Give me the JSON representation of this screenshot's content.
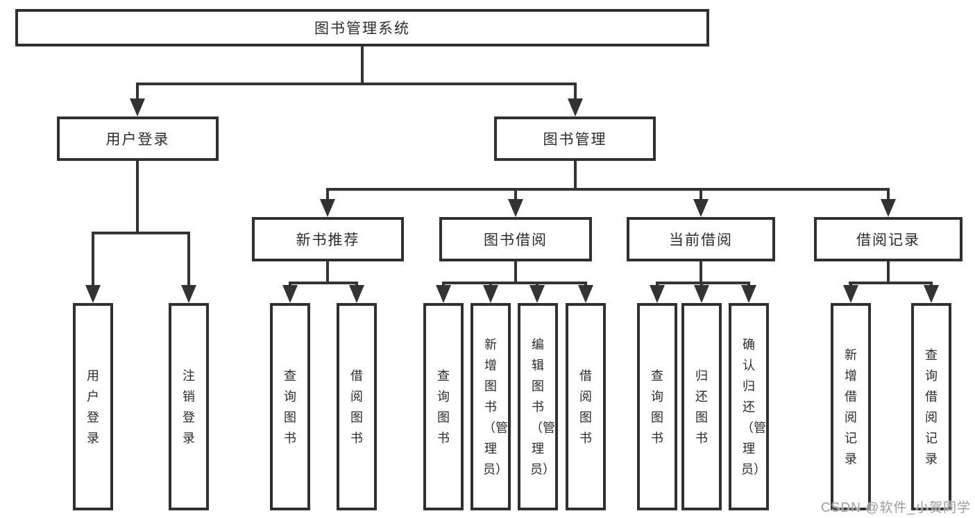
{
  "diagram": {
    "root": {
      "label": "图书管理系统"
    },
    "branches": [
      {
        "label": "用户登录",
        "children": [
          {
            "label": "用户登录"
          },
          {
            "label": "注销登录"
          }
        ]
      },
      {
        "label": "图书管理",
        "groups": [
          {
            "label": "新书推荐",
            "children": [
              {
                "label": "查询图书"
              },
              {
                "label": "借阅图书"
              }
            ]
          },
          {
            "label": "图书借阅",
            "children": [
              {
                "label": "查询图书"
              },
              {
                "label": "新增图书（管理员）"
              },
              {
                "label": "编辑图书（管理员）"
              },
              {
                "label": "借阅图书"
              }
            ]
          },
          {
            "label": "当前借阅",
            "children": [
              {
                "label": "查询图书"
              },
              {
                "label": "归还图书"
              },
              {
                "label": "确认归还（管理员）"
              }
            ]
          },
          {
            "label": "借阅记录",
            "children": [
              {
                "label": "新增借阅记录"
              },
              {
                "label": "查询借阅记录"
              }
            ]
          }
        ]
      }
    ]
  },
  "watermark": {
    "text": "CSDN @软件_小贺同学"
  },
  "colors": {
    "line": "#333333",
    "box_border": "#303030",
    "text": "#2b2b2b",
    "watermark": "#9b9b9b",
    "background": "#ffffff"
  }
}
